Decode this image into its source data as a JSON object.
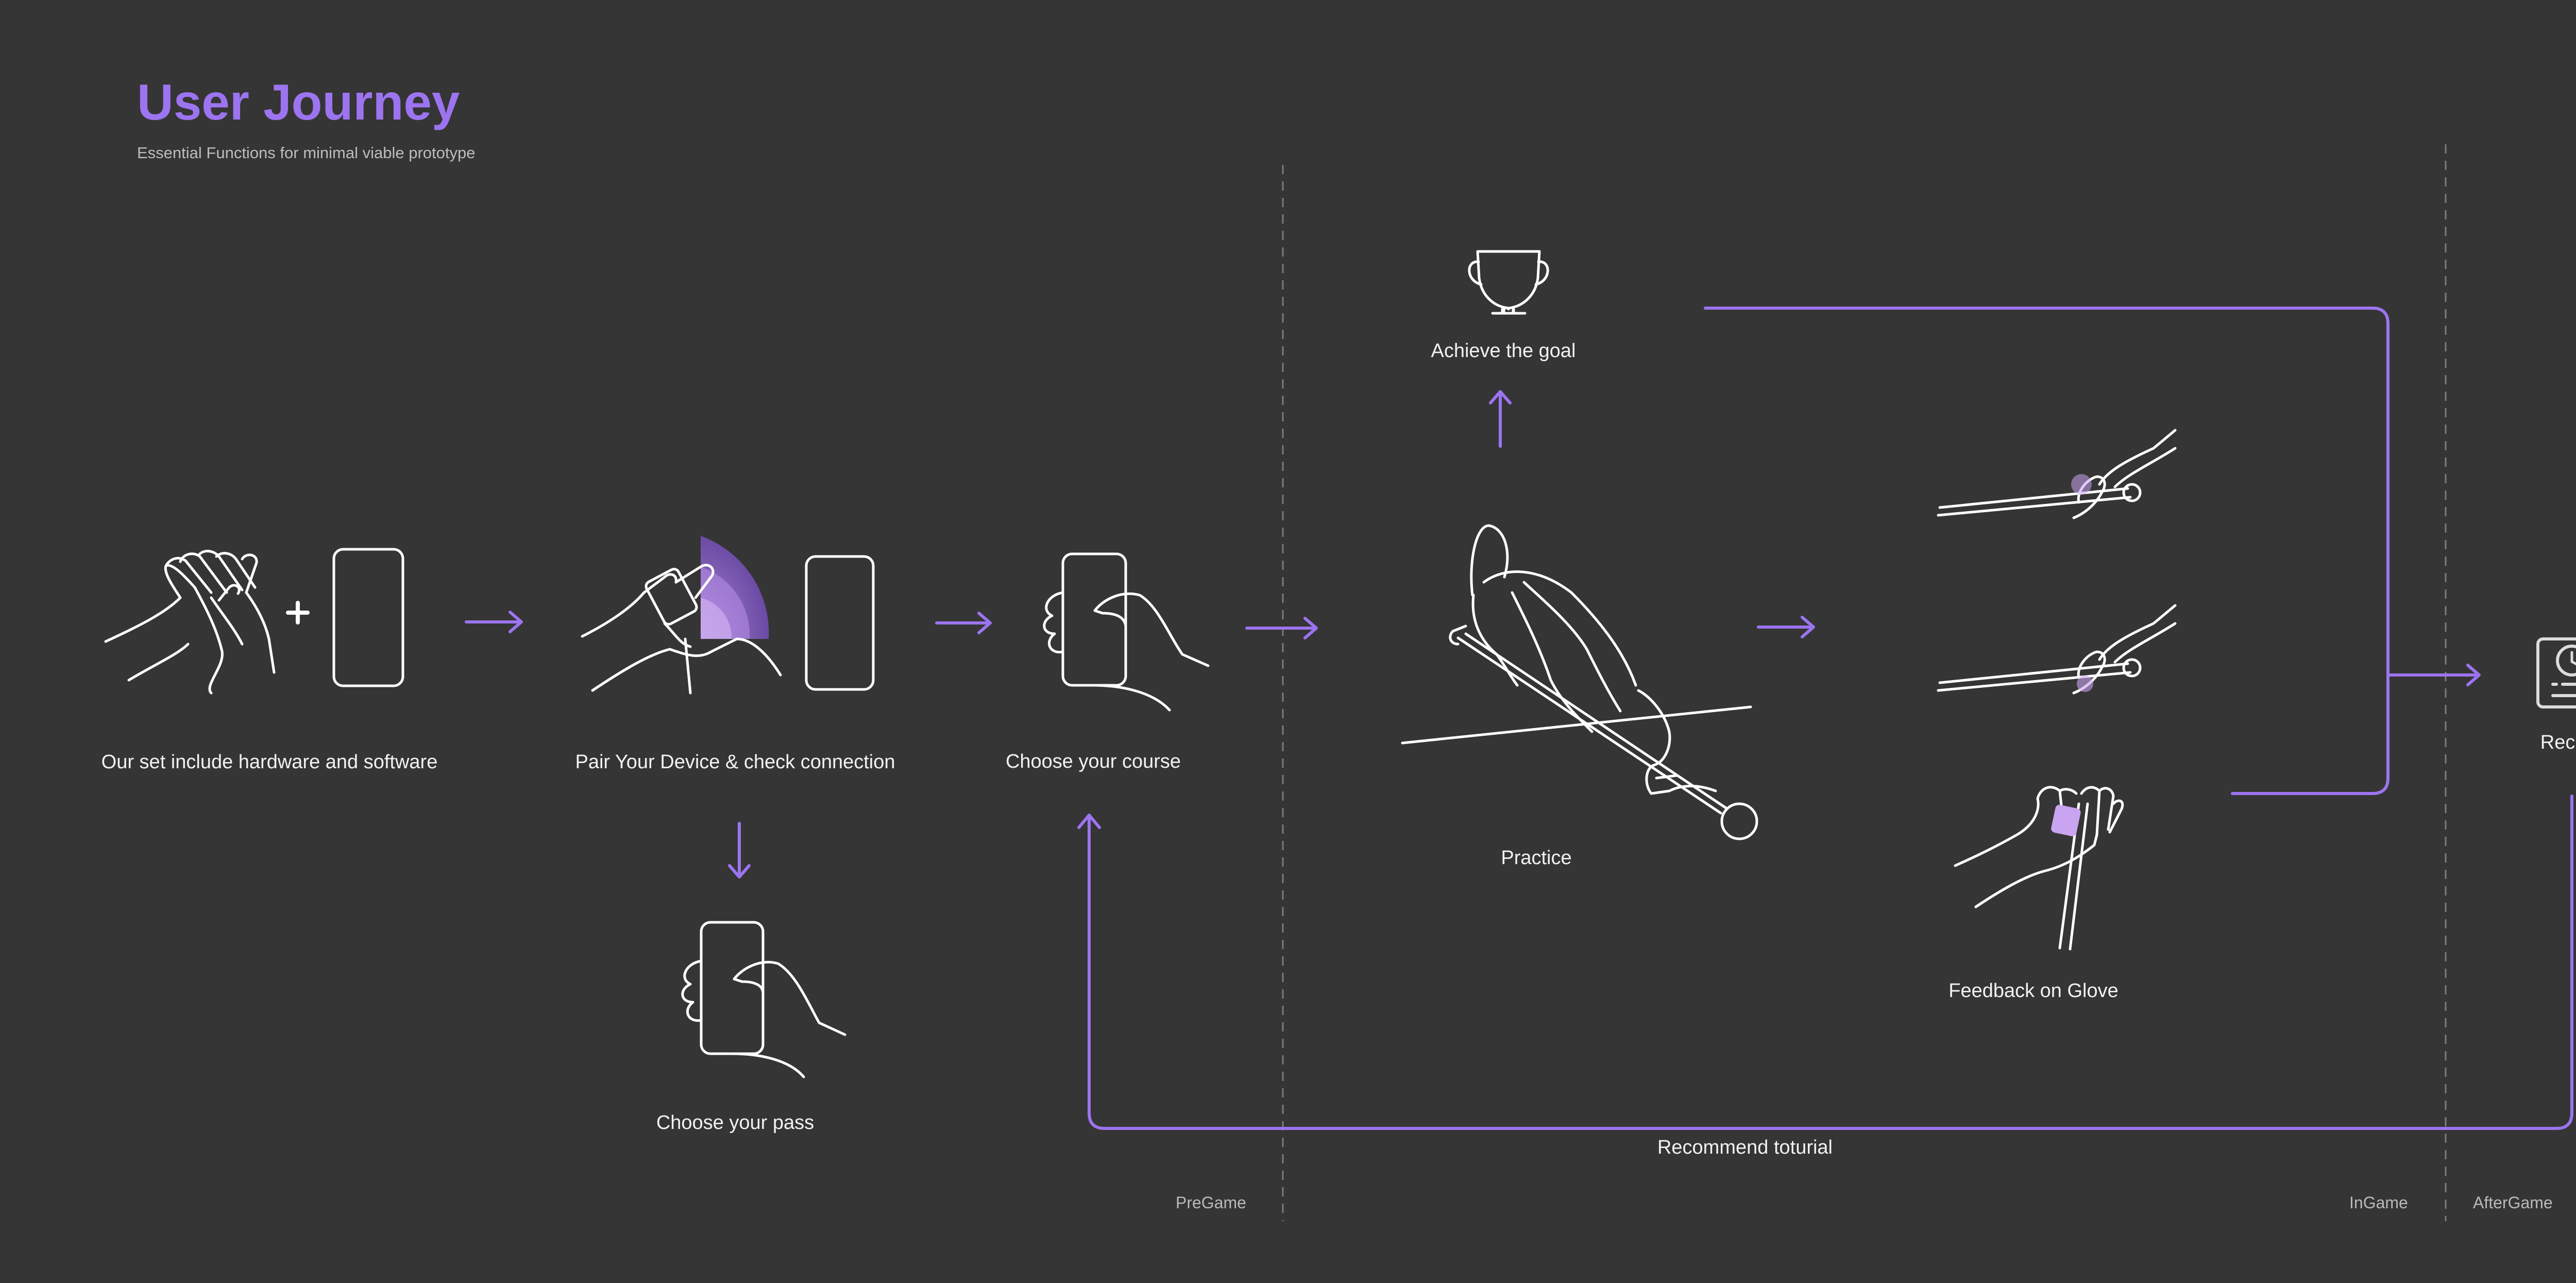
{
  "header": {
    "title": "User Journey",
    "subtitle": "Essential Functions for minimal viable prototype"
  },
  "steps": {
    "hardware_software": "Our set include hardware and software",
    "pair_device": "Pair Your Device & check connection",
    "choose_pass": "Choose your pass",
    "choose_course": "Choose your course",
    "achieve_goal": "Achieve the goal",
    "practice": "Practice",
    "feedback_glove": "Feedback on Glove",
    "record": "Record",
    "recommend_tutorial": "Recommend toturial"
  },
  "phases": {
    "pregame": "PreGame",
    "ingame": "InGame",
    "aftergame": "AfterGame"
  },
  "icons": {
    "hands": "clapping-hands-icon",
    "plus": "plus-icon",
    "phone": "phone-icon",
    "pairing": "wireless-pairing-icon",
    "hand_phone": "hand-holding-phone-icon",
    "trophy": "trophy-icon",
    "player": "billiard-player-icon",
    "cue_hand": "cue-grip-hand-icon",
    "glove": "glove-hand-icon",
    "record": "record-document-icon"
  },
  "colors": {
    "background": "#353535",
    "accent": "#9c74f0",
    "text": "#f2f2f2",
    "muted": "#b9b9b9",
    "divider": "#7c7c7c",
    "glove_highlight": "#c9a4f0"
  }
}
